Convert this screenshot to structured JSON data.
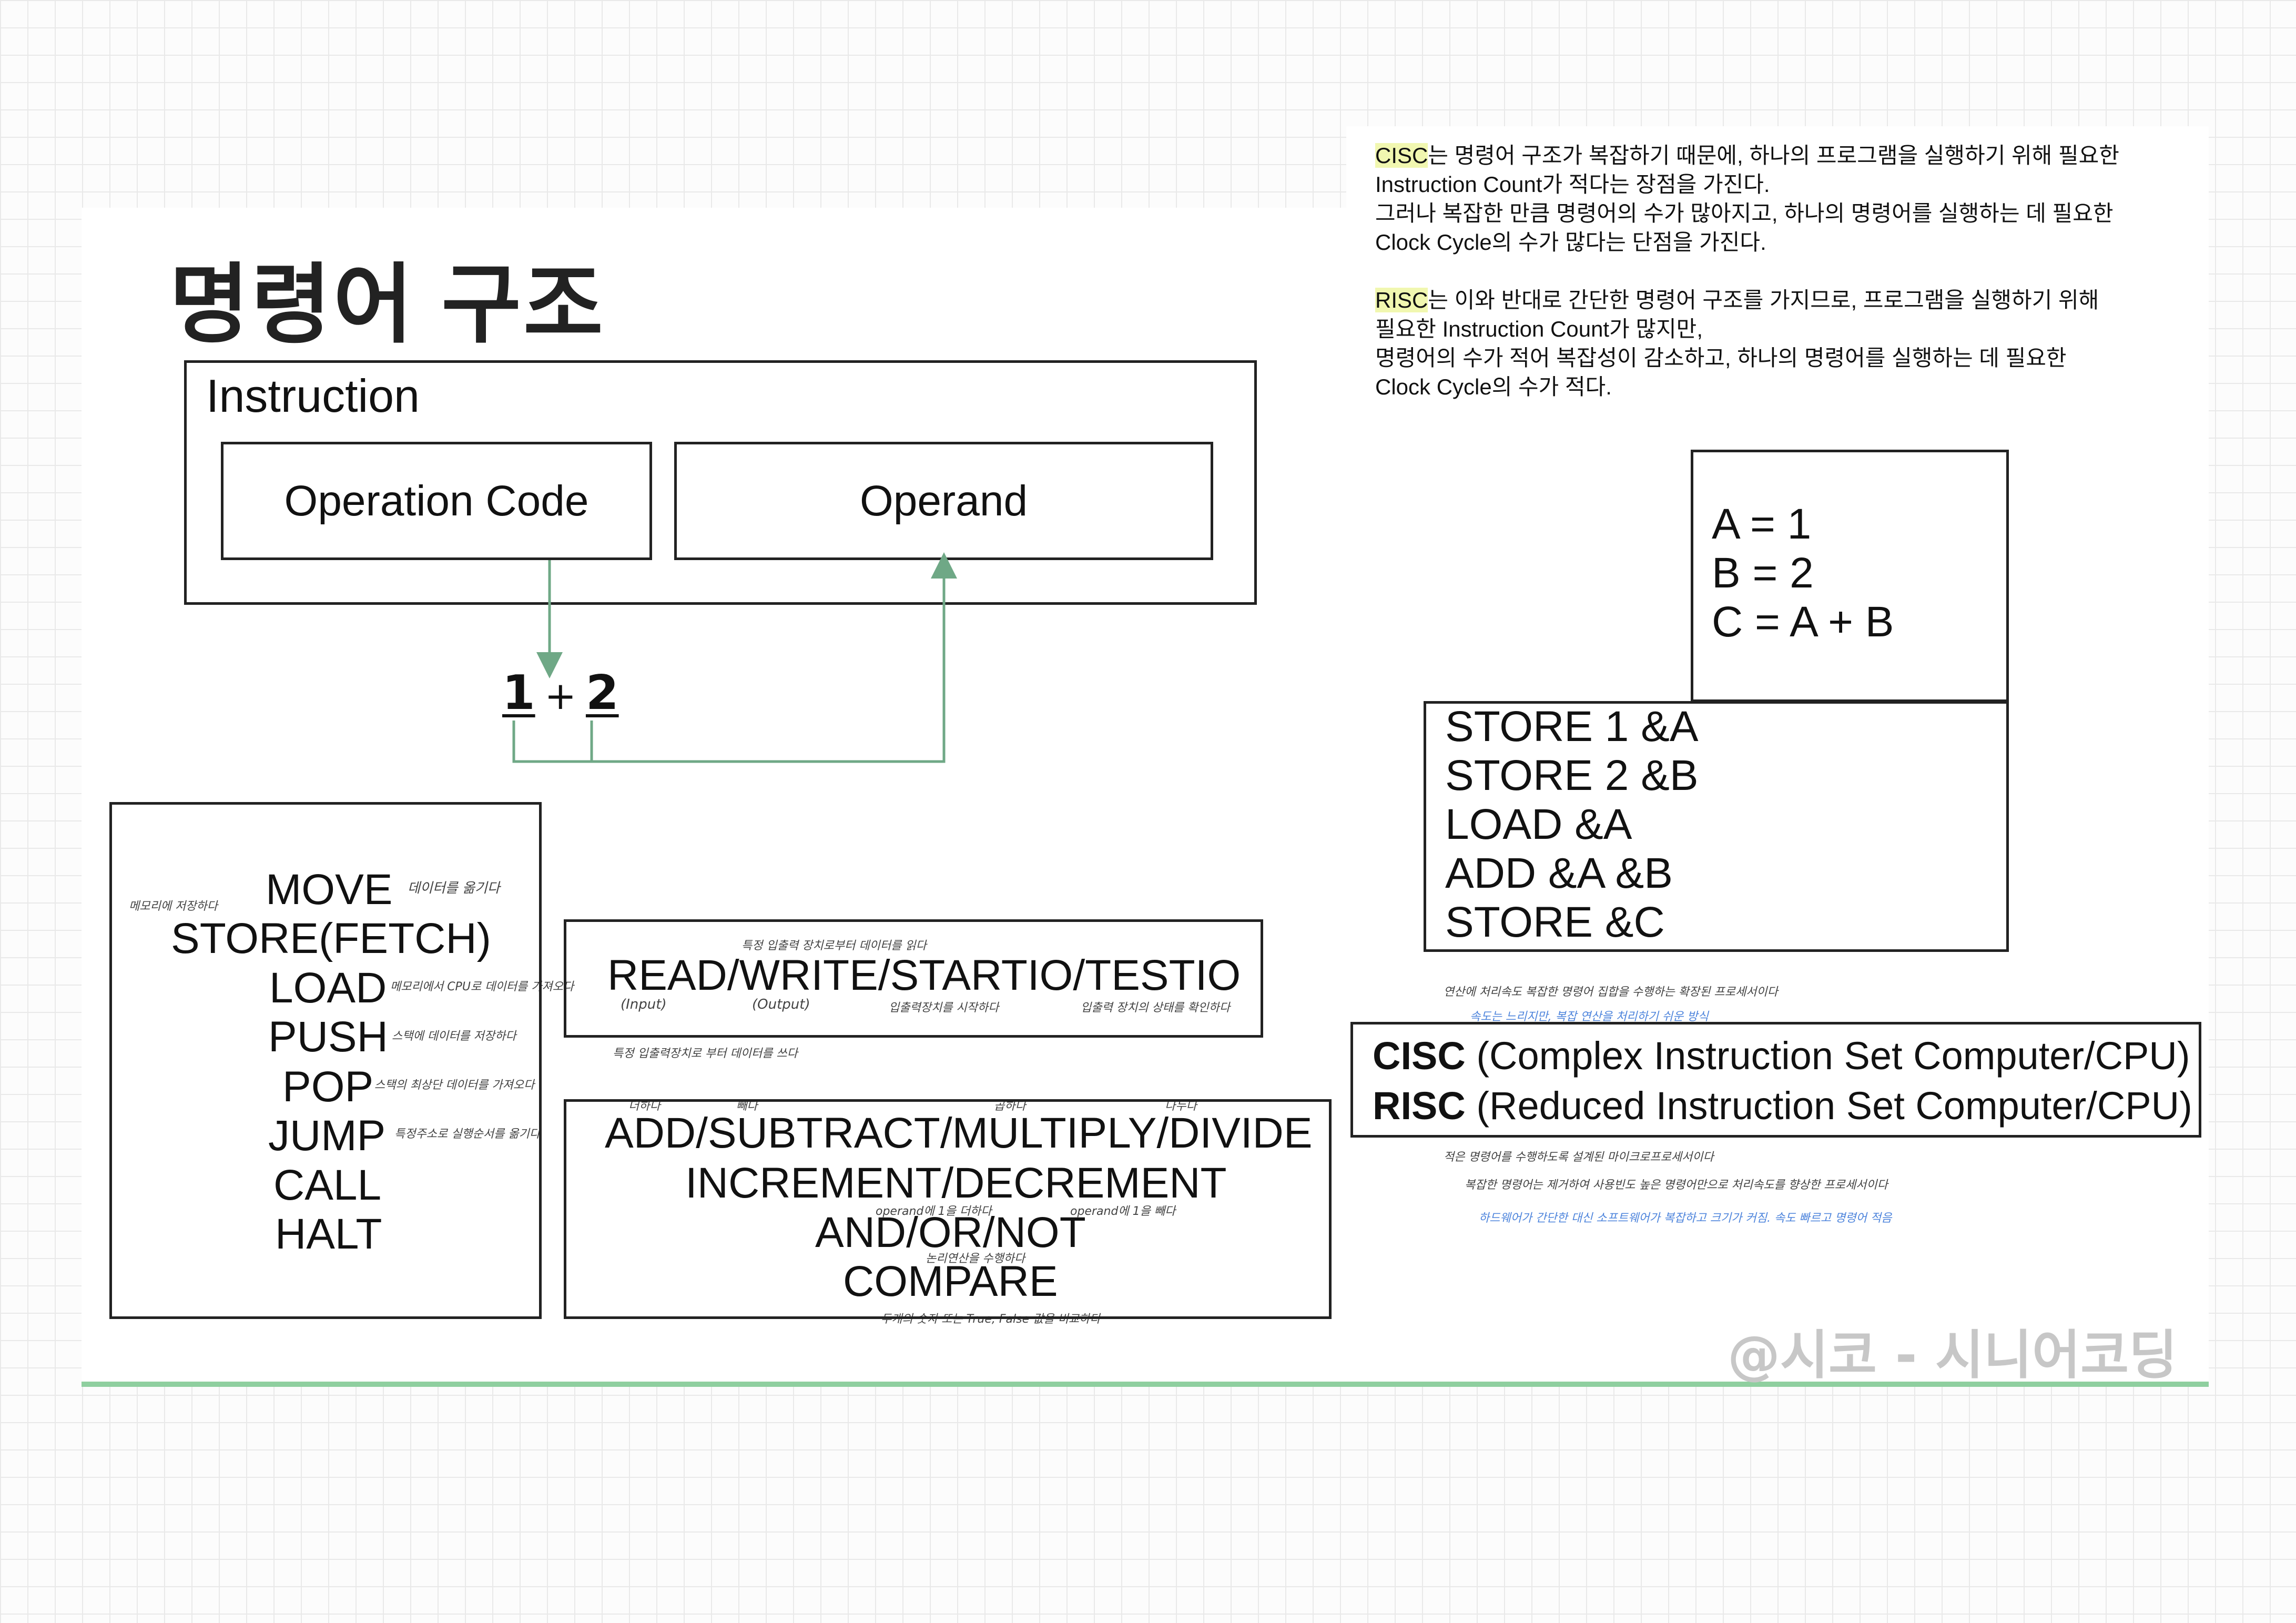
{
  "title": "명령어 구조",
  "instruction": {
    "label": "Instruction",
    "opcode": "Operation Code",
    "operand": "Operand"
  },
  "expression": {
    "a": "1",
    "op": "+",
    "b": "2"
  },
  "ops_basic": [
    "MOVE",
    "STORE(FETCH)",
    "LOAD",
    "PUSH",
    "POP",
    "JUMP",
    "CALL",
    "HALT"
  ],
  "ops_io": "READ/WRITE/STARTIO/TESTIO",
  "ops_alu": [
    "ADD/SUBTRACT/MULTIPLY/DIVIDE",
    "INCREMENT/DECREMENT",
    "AND/OR/NOT",
    "COMPARE"
  ],
  "notes": {
    "cisc_kw": "CISC",
    "cisc_l1": "는 명령어 구조가 복잡하기 때문에, 하나의 프로그램을 실행하기 위해 필요한",
    "cisc_l2": "Instruction Count가 적다는 장점을 가진다.",
    "cisc_l3": "그러나 복잡한 만큼 명령어의 수가 많아지고, 하나의 명령어를 실행하는 데 필요한",
    "cisc_l4": "Clock Cycle의 수가 많다는 단점을 가진다.",
    "risc_kw": "RISC",
    "risc_l1": "는 이와 반대로 간단한 명령어 구조를 가지므로, 프로그램을 실행하기 위해",
    "risc_l2": "필요한 Instruction Count가 많지만,",
    "risc_l3": "명령어의 수가 적어 복잡성이 감소하고, 하나의 명령어를 실행하는 데 필요한",
    "risc_l4": "Clock Cycle의 수가 적다."
  },
  "vars": [
    "A = 1",
    "B = 2",
    "C = A + B"
  ],
  "code": [
    "STORE 1 &A",
    "STORE 2 &B",
    "LOAD &A",
    "ADD &A &B",
    "STORE &C"
  ],
  "arch": {
    "cisc_abbr": "CISC",
    "cisc_full": "(Complex Instruction Set Computer/CPU)",
    "risc_abbr": "RISC",
    "risc_full": "(Reduced Instruction Set Computer/CPU)"
  },
  "handwritten": {
    "move": "데이터를 옮기다",
    "store_left": "메모리에 저장하다",
    "load": "메모리에서 CPU로 데이터를 가져오다",
    "push": "스택에 데이터를 저장하다",
    "pop": "스택의 최상단 데이터를 가져오다",
    "jump": "특정주소로 실행순서를 옮기다",
    "read_top": "특정 입출력 장치로부터 데이터를 읽다",
    "input": "(Input)",
    "output": "(Output)",
    "startio": "입출력장치를 시작하다",
    "testio": "입출력 장치의 상태를 확인하다",
    "write_bottom": "특정 입출력장치로 부터 데이터를 쓰다",
    "add": "더하다",
    "subtract": "빼다",
    "multiply": "곱하다",
    "divide": "나누다",
    "increment": "operand에 1을 더하다",
    "decrement": "operand에 1을 빼다",
    "and_or_not": "논리연산을 수행하다",
    "compare": "두개의 숫자 또는 True, False 값을 비교하다",
    "cisc_top1": "연산에 처리속도 복잡한 명령어 집합을 수행하는 확장된 프로세서이다",
    "cisc_top2": "속도는 느리지만, 복잡 연산을 처리하기 쉬운 방식",
    "risc_bot1": "적은 명령어를 수행하도록 설계된 마이크로프로세서이다",
    "risc_bot2": "복잡한 명령어는 제거하여 사용빈도 높은 명령어만으로 처리속도를 향상한 프로세서이다",
    "risc_bot3": "하드웨어가 간단한 대신 소프트웨어가 복잡하고 크기가 커짐. 속도 빠르고 명령어 적음"
  },
  "watermark": "@시코 - 시니어코딩",
  "colors": {
    "arrow": "#6fa886",
    "accent_line": "#8fcf9f",
    "highlight": "#f1f7b0",
    "note_blue": "#2f6fd6"
  }
}
